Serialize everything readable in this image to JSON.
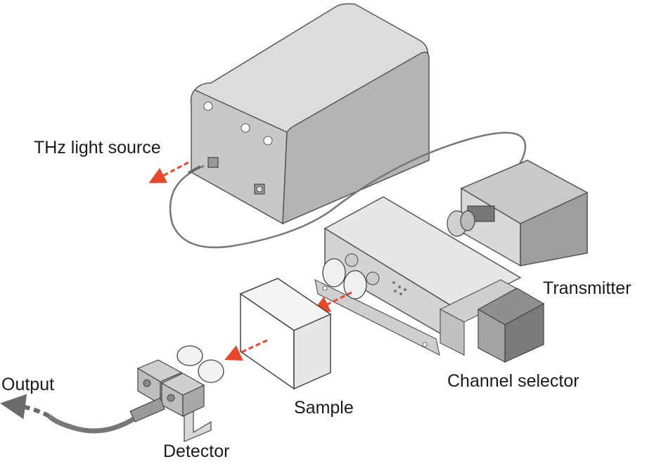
{
  "labels": {
    "light_source": "THz light source",
    "transmitter": "Transmitter",
    "channel_selector": "Channel selector",
    "sample": "Sample",
    "detector": "Detector",
    "output": "Output"
  },
  "colors": {
    "beam_arrow": "#e8472b",
    "device_gray": "#cfcfcf",
    "device_dark": "#a9a9a9",
    "outline": "#555555",
    "cable": "#777777"
  }
}
